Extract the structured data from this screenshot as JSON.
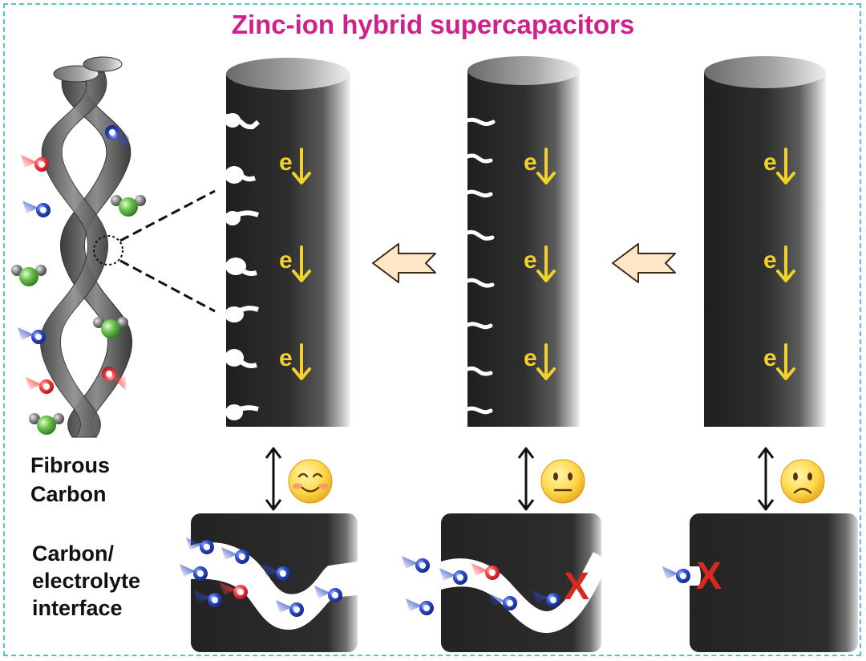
{
  "title": "Zinc-ion hybrid supercapacitors",
  "labels": {
    "fibrous": [
      "Fibrous",
      "Carbon"
    ],
    "interface": [
      "Carbon/",
      "electrolyte",
      "interface"
    ]
  },
  "electron_symbol": "e",
  "blocked_mark": "X",
  "emoji_states": [
    "happy-face-icon",
    "neutral-face-icon",
    "sad-face-icon"
  ],
  "colors": {
    "title": "#d0208a",
    "electron": "#f0d22a",
    "cation": "#e53935",
    "anion": "#1e3aa8",
    "water_oxygen": "#63b84f",
    "arrow_fill": "#fde7c4",
    "arrow_stroke": "#3a2a1a",
    "cross": "#d62a1e",
    "frame": "#5bbfcf"
  }
}
